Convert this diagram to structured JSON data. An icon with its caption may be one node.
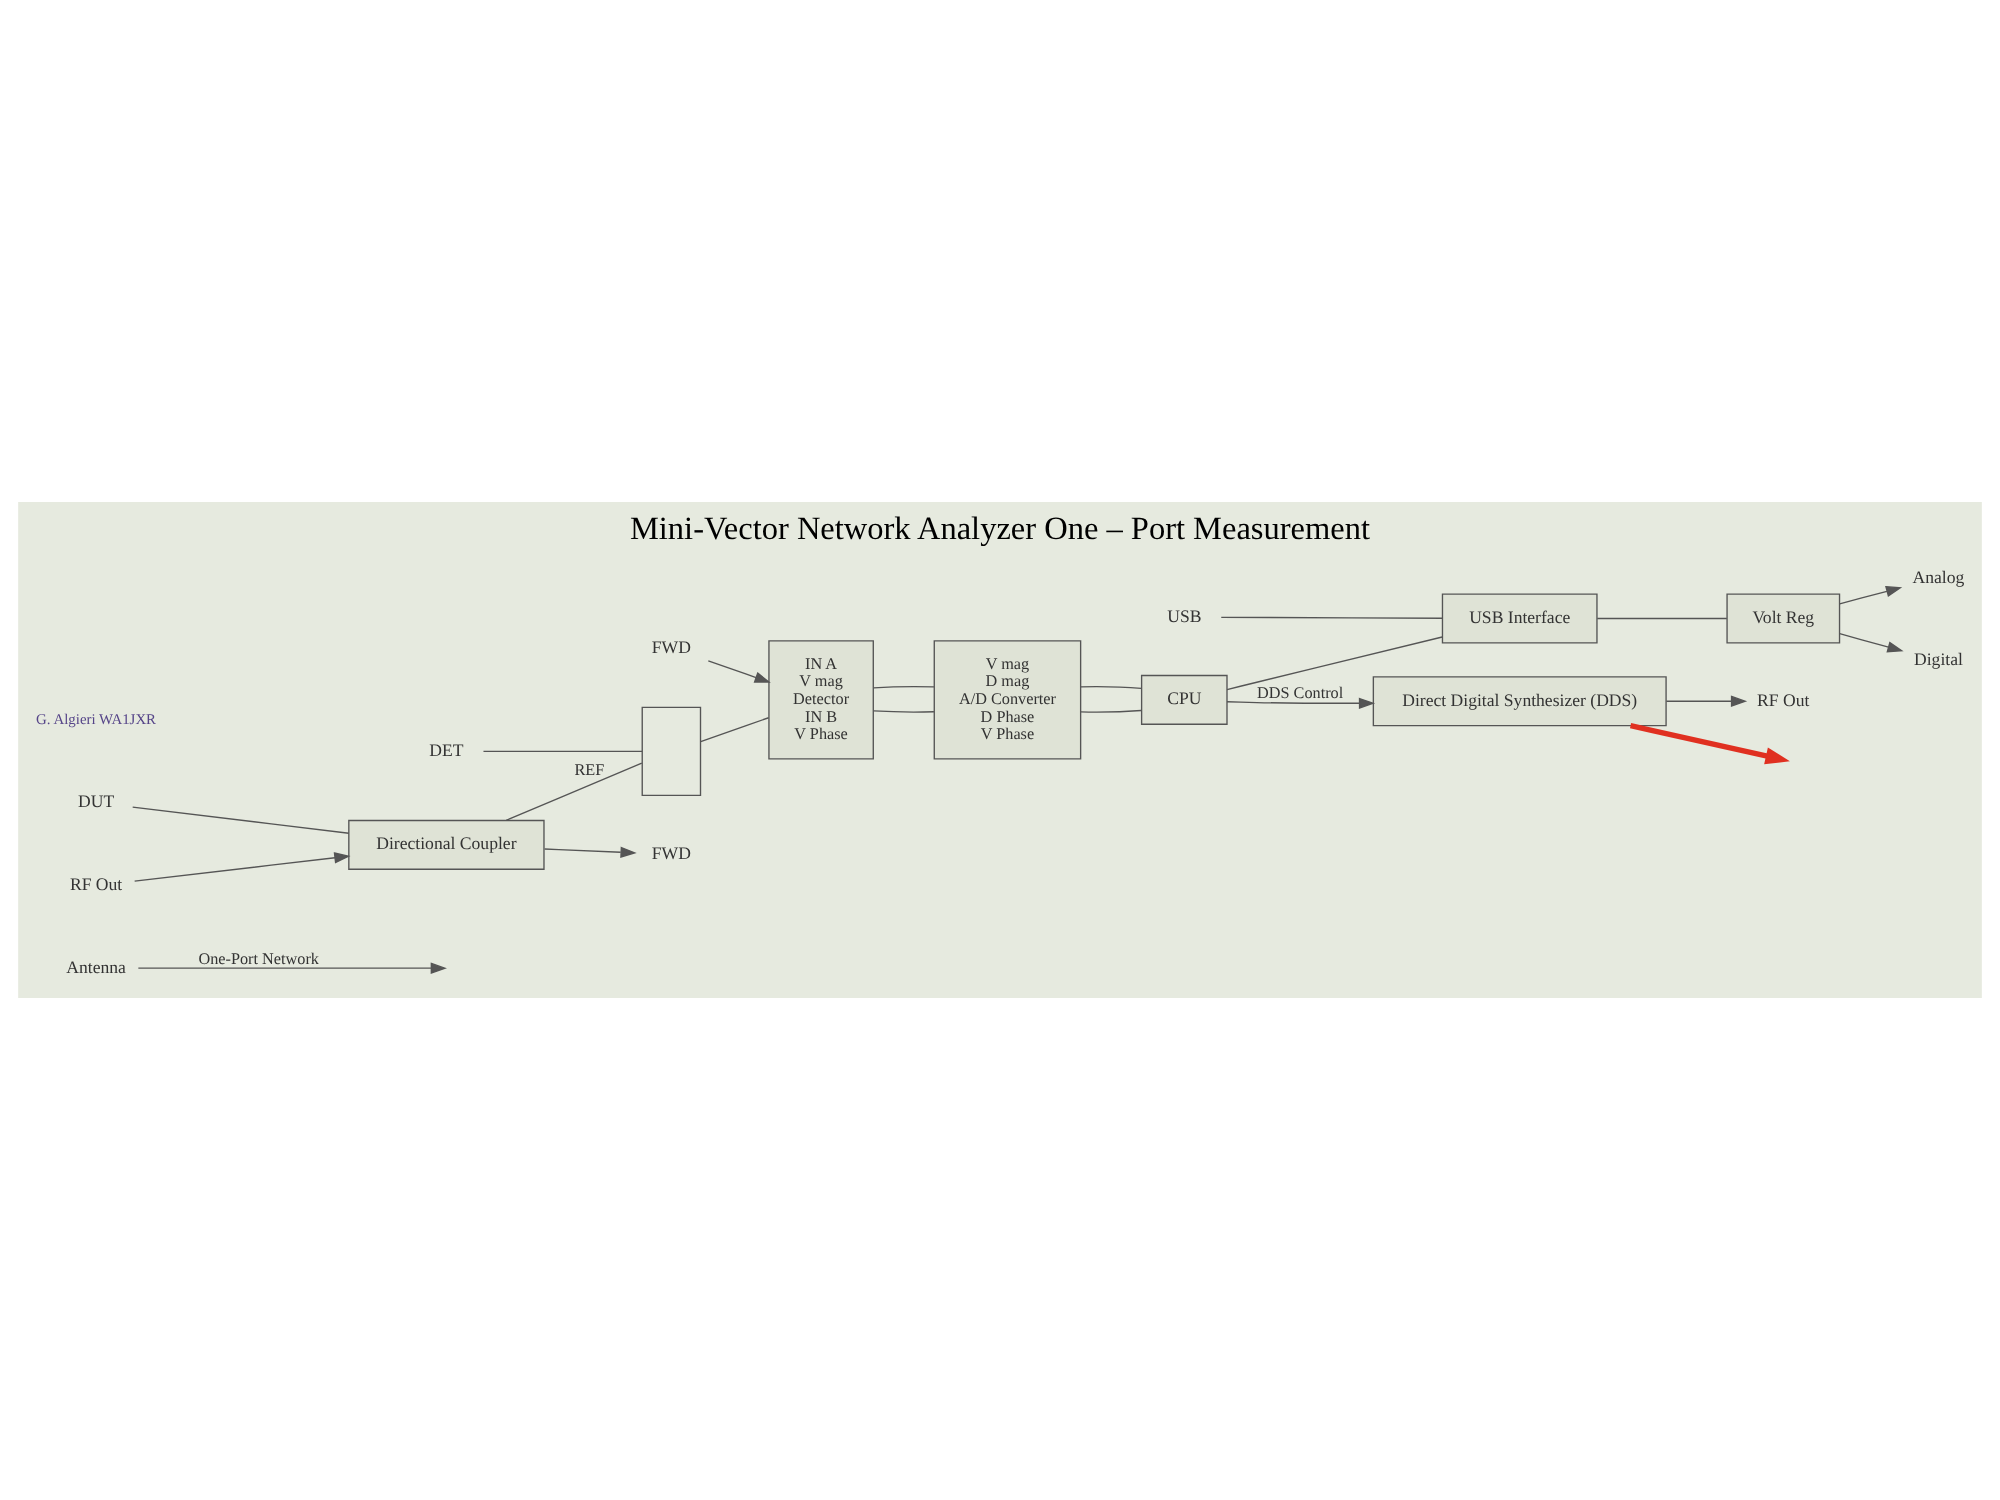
{
  "diagram": {
    "title": "Mini-Vector Network Analyzer One – Port Measurement",
    "nodes": [
      {
        "text": [
          "Antenna"
        ]
      },
      {
        "text": [
          "Directional Coupler"
        ]
      },
      {
        "text": [
          "DUT"
        ]
      },
      {
        "text": [
          "RF Out"
        ]
      },
      {
        "text": [
          "FWD"
        ]
      },
      {
        "text": [],
        "shape": "box"
      },
      {
        "text": [
          "DET"
        ]
      },
      {
        "text": [
          "FWD"
        ]
      },
      {
        "text": [
          "IN A",
          "V mag",
          "Detector",
          "IN B",
          "V Phase"
        ]
      },
      {
        "text": [
          "V mag",
          "D mag",
          "A/D Converter",
          "D Phase",
          "V Phase"
        ]
      },
      {
        "text": [
          "CPU"
        ]
      },
      {
        "text": [
          "Direct Digital Synthesizer (DDS)"
        ]
      },
      {
        "text": [
          "RF Out"
        ]
      },
      {
        "text": [
          "USB Interface"
        ]
      },
      {
        "text": [
          "USB"
        ]
      },
      {
        "text": [
          "Volt Reg"
        ]
      },
      {
        "text": [
          "Analog"
        ]
      },
      {
        "text": [
          "Digital"
        ]
      }
    ],
    "edges": [
      {
        "from": 0,
        "to": null,
        "arrow": "to",
        "label": "One-Port Network"
      },
      {
        "from": 2,
        "to": 1,
        "arrow": "none"
      },
      {
        "from": 3,
        "to": 1,
        "arrow": "to"
      },
      {
        "from": 1,
        "to": 4,
        "arrow": "to"
      },
      {
        "from": 1,
        "to": 5,
        "arrow": "none",
        "label": "REF"
      },
      {
        "from": 6,
        "to": 5,
        "arrow": "none"
      },
      {
        "from": 7,
        "to": 8,
        "arrow": "to"
      },
      {
        "from": 5,
        "to": 8,
        "arrow": "none"
      },
      {
        "from": 8,
        "to": 9,
        "arrow": "none"
      },
      {
        "from": 8,
        "to": 9,
        "arrow": "none"
      },
      {
        "from": 9,
        "to": 10,
        "arrow": "none"
      },
      {
        "from": 9,
        "to": 10,
        "arrow": "none"
      },
      {
        "from": 10,
        "to": 11,
        "arrow": "to",
        "label": "DDS Control"
      },
      {
        "from": 11,
        "to": 12,
        "arrow": "to"
      },
      {
        "from": 11,
        "to": null,
        "arrow": "to",
        "style": "thick",
        "color": "#e03020"
      },
      {
        "from": 10,
        "to": 13,
        "arrow": "none"
      },
      {
        "from": 14,
        "to": 13,
        "arrow": "none"
      },
      {
        "from": 13,
        "to": 15,
        "arrow": "none"
      },
      {
        "from": 15,
        "to": 16,
        "arrow": "to"
      },
      {
        "from": 15,
        "to": 17,
        "arrow": "to"
      }
    ],
    "labels": [
      "G. Algieri WA1JXR"
    ]
  }
}
